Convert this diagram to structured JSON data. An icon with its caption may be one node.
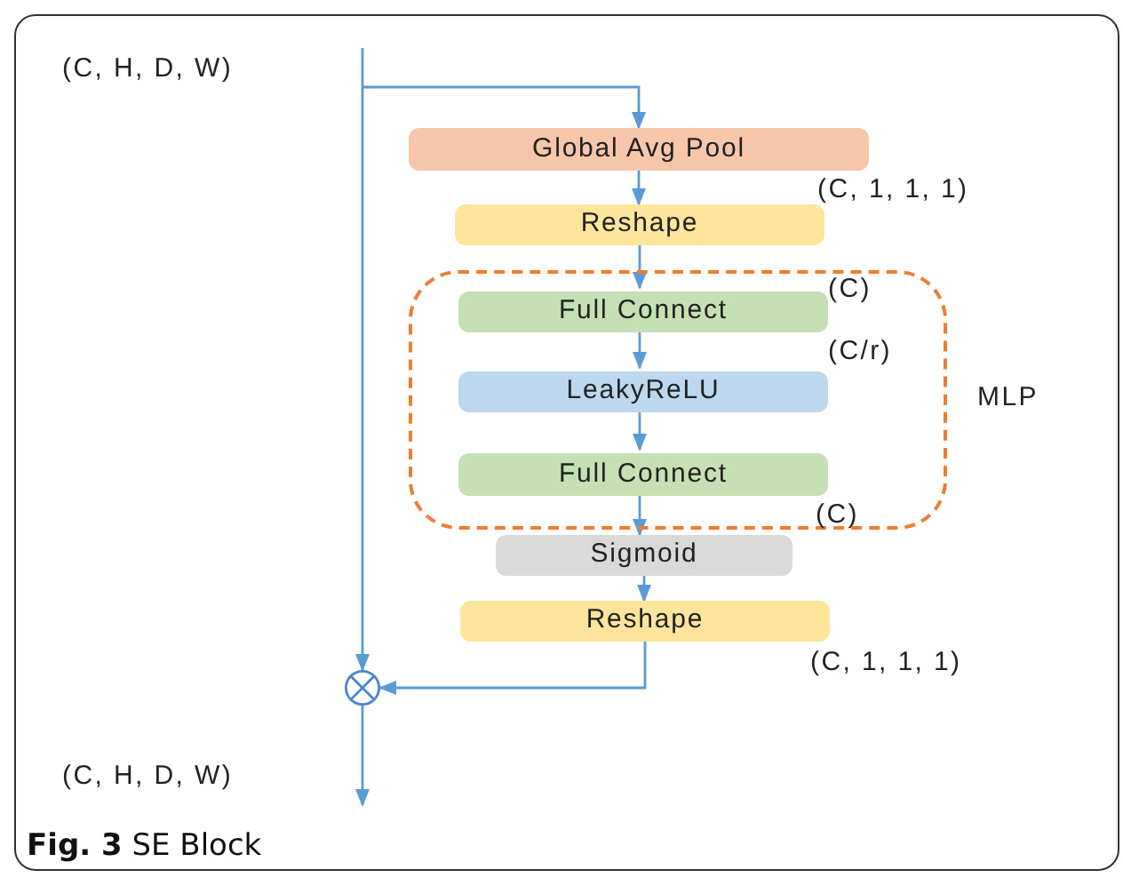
{
  "diagram": {
    "caption": "**Fig. 3** SE Block",
    "nodes": [
      {
        "text": [
          "Global Avg Pool"
        ]
      },
      {
        "text": [
          "Reshape"
        ]
      },
      {
        "text": [],
        "shape": "box"
      },
      {
        "text": [
          "Full Connect"
        ],
        "in": 2
      },
      {
        "text": [
          "LeakyReLU"
        ],
        "in": 2
      },
      {
        "text": [
          "Full Connect"
        ],
        "in": 2
      },
      {
        "text": [
          "Sigmoid"
        ]
      },
      {
        "text": [
          "Reshape"
        ]
      },
      {
        "text": [],
        "shape": "circle"
      }
    ],
    "edges": [
      {
        "from": null,
        "to": 0,
        "arrow": "to"
      },
      {
        "from": 0,
        "to": 1,
        "arrow": "to"
      },
      {
        "from": 1,
        "to": 3,
        "arrow": "to"
      },
      {
        "from": 3,
        "to": 4,
        "arrow": "to"
      },
      {
        "from": 4,
        "to": 5,
        "arrow": "to"
      },
      {
        "from": 5,
        "to": 6,
        "arrow": "to"
      },
      {
        "from": 6,
        "to": 7,
        "arrow": "to"
      },
      {
        "from": 7,
        "to": 8,
        "arrow": "to"
      },
      {
        "from": null,
        "to": 8,
        "arrow": "to"
      },
      {
        "from": 8,
        "to": null,
        "arrow": "to"
      }
    ],
    "labels": [
      "(C, H, D, W)",
      "(C, 1, 1, 1)",
      "(C)",
      "(C/r)",
      "MLP",
      "(C)",
      "(C, 1, 1, 1)",
      "(C, H, D, W)"
    ]
  }
}
